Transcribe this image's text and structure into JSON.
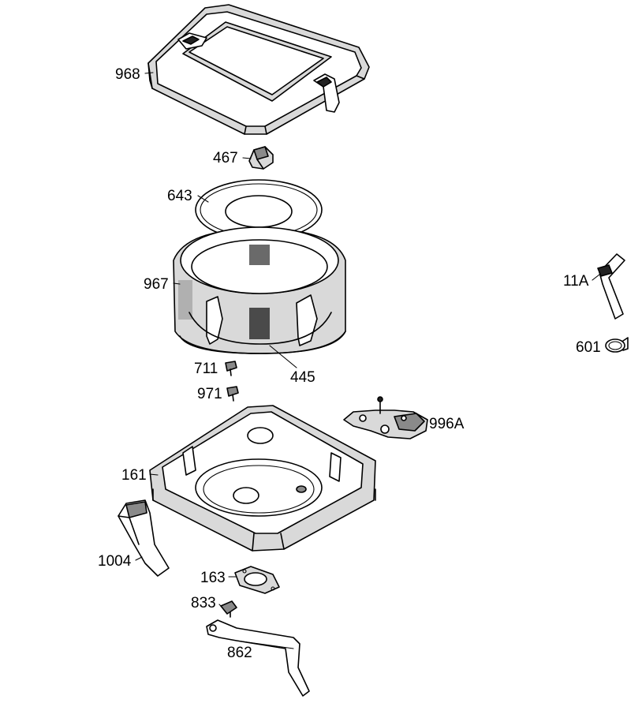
{
  "labels": {
    "p968": "968",
    "p467": "467",
    "p643": "643",
    "p967": "967",
    "p11A": "11A",
    "p601": "601",
    "p711": "711",
    "p445": "445",
    "p971": "971",
    "p996A": "996A",
    "p161": "161",
    "p1004": "1004",
    "p163": "163",
    "p833": "833",
    "p862": "862"
  },
  "colors": {
    "line": "#000000",
    "shade_light": "#d9d9d9",
    "shade_dark": "#8a8a8a",
    "background": "#ffffff"
  }
}
